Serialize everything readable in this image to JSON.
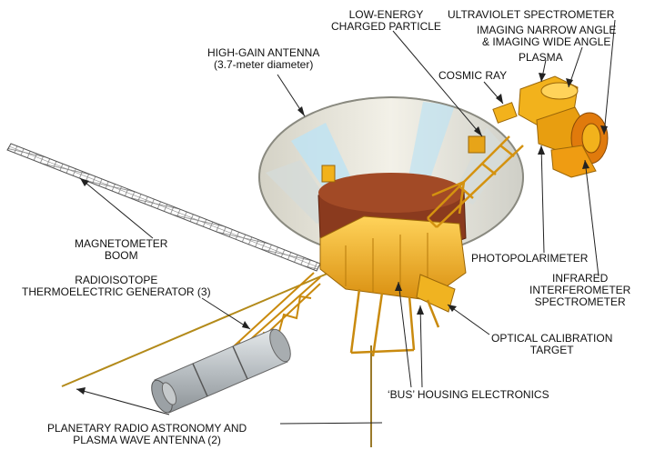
{
  "colors": {
    "gold": "#f2b21c",
    "gold_dark": "#c9820c",
    "gold_light": "#ffd35a",
    "bus_brown": "#8a3a1e",
    "dish": "#e8e4d6",
    "dish_shade": "#b9c8cf",
    "beam": "#bfe3f2",
    "rtg": "#c7cccf",
    "leader": "#222222"
  },
  "labels": {
    "uv_spectrometer": "ULTRAVIOLET SPECTROMETER",
    "imaging": [
      "IMAGING NARROW ANGLE",
      "& IMAGING WIDE ANGLE"
    ],
    "low_energy": [
      "LOW-ENERGY",
      "CHARGED PARTICLE"
    ],
    "plasma": "PLASMA",
    "cosmic_ray": "COSMIC RAY",
    "high_gain": [
      "HIGH-GAIN ANTENNA",
      "(3.7-meter diameter)"
    ],
    "magnetometer": [
      "MAGNETOMETER",
      "BOOM"
    ],
    "rtg": [
      "RADIOISOTOPE",
      "THERMOELECTRIC GENERATOR (3)"
    ],
    "photopolarimeter": "PHOTOPOLARIMETER",
    "infrared": [
      "INFRARED",
      "INTERFEROMETER",
      "SPECTROMETER"
    ],
    "optical_target": [
      "OPTICAL CALIBRATION",
      "TARGET"
    ],
    "bus": "‘BUS’ HOUSING ELECTRONICS",
    "radio_antenna": [
      "PLANETARY RADIO ASTRONOMY AND",
      "PLASMA WAVE ANTENNA (2)"
    ]
  }
}
